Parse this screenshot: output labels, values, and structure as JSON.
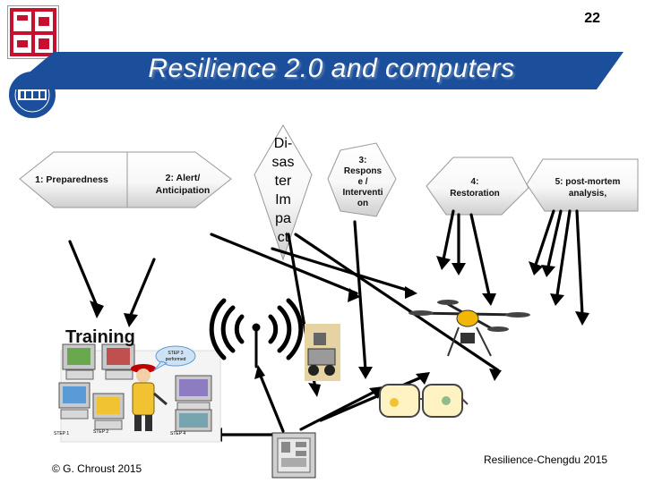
{
  "slide": {
    "number": "22"
  },
  "title": "Resilience 2.0 and computers",
  "phases": [
    {
      "id": "preparedness",
      "label": "1: Preparedness"
    },
    {
      "id": "anticipation",
      "label_lines": [
        "2: Alert/",
        "Anticipation"
      ]
    },
    {
      "id": "disaster",
      "label_lines": [
        "Di-",
        "sas",
        "ter",
        "Im",
        "pa",
        "ct"
      ]
    },
    {
      "id": "response",
      "label_lines": [
        "3:",
        "Respons",
        "e /",
        "Interventi",
        "on"
      ]
    },
    {
      "id": "restoration",
      "label_lines": [
        "4:",
        "Restoration"
      ]
    },
    {
      "id": "postmortem",
      "label_lines": [
        "5: post-mortem",
        "analysis,"
      ]
    }
  ],
  "training": {
    "title": "Training",
    "bubble_lines": [
      "STEP 3",
      "performed"
    ],
    "steps": [
      "STEP 1",
      "STEP 2",
      "STEP 4"
    ]
  },
  "footer": {
    "left": "© G. Chroust 2015",
    "right": "Resilience-Chengdu 2015"
  },
  "colors": {
    "title_bar": "#1b4f9c",
    "title_text": "#ffffff",
    "arrow": "#000000",
    "drone_accent": "#f2b705"
  },
  "icons": [
    "university-crest-icon",
    "ifsr-logo-icon",
    "antenna-icon",
    "robot-icon",
    "drone-icon",
    "smart-glasses-icon",
    "computer-chip-icon"
  ]
}
